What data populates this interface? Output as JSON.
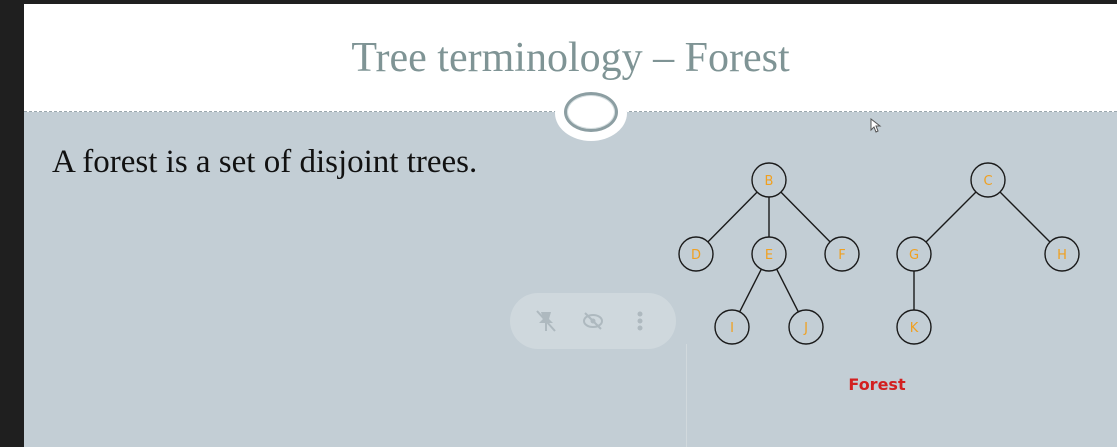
{
  "slide": {
    "title": "Tree terminology – Forest",
    "body": "A forest is a set of disjoint trees."
  },
  "diagram": {
    "caption": "Forest",
    "nodes": [
      {
        "id": "B",
        "label": "B"
      },
      {
        "id": "D",
        "label": "D"
      },
      {
        "id": "E",
        "label": "E"
      },
      {
        "id": "F",
        "label": "F"
      },
      {
        "id": "I",
        "label": "I"
      },
      {
        "id": "J",
        "label": "J"
      },
      {
        "id": "C",
        "label": "C"
      },
      {
        "id": "G",
        "label": "G"
      },
      {
        "id": "H",
        "label": "H"
      },
      {
        "id": "K",
        "label": "K"
      }
    ],
    "edges": [
      [
        "B",
        "D"
      ],
      [
        "B",
        "E"
      ],
      [
        "B",
        "F"
      ],
      [
        "E",
        "I"
      ],
      [
        "E",
        "J"
      ],
      [
        "C",
        "G"
      ],
      [
        "C",
        "H"
      ],
      [
        "G",
        "K"
      ]
    ]
  },
  "toolbar": {
    "icons": [
      "pin-icon",
      "visibility-off-icon",
      "more-vert-icon"
    ]
  },
  "colors": {
    "slide_background": "#c3ced5",
    "title": "#7f9495",
    "node_label": "#f0a020",
    "caption": "#d32020"
  }
}
